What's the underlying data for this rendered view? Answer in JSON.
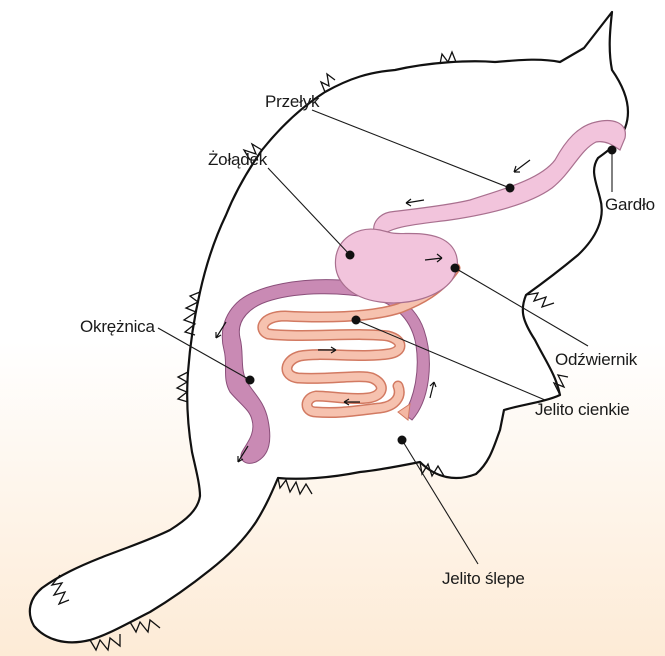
{
  "diagram": {
    "labels": {
      "przelyk": "Przełyk",
      "zoladek": "Żołądek",
      "gardlo": "Gardło",
      "okreznica": "Okrężnica",
      "odzwiernik": "Odźwiernik",
      "jelito_cienkie": "Jelito cienkie",
      "jelito_slepe": "Jelito ślepe"
    },
    "colors": {
      "esophagus_stomach": "#f2c4dc",
      "colon": "#c98ab4",
      "small_intestine": "#f4b7a3",
      "outline": "#111111",
      "background_bottom": "#fdebd6"
    }
  }
}
